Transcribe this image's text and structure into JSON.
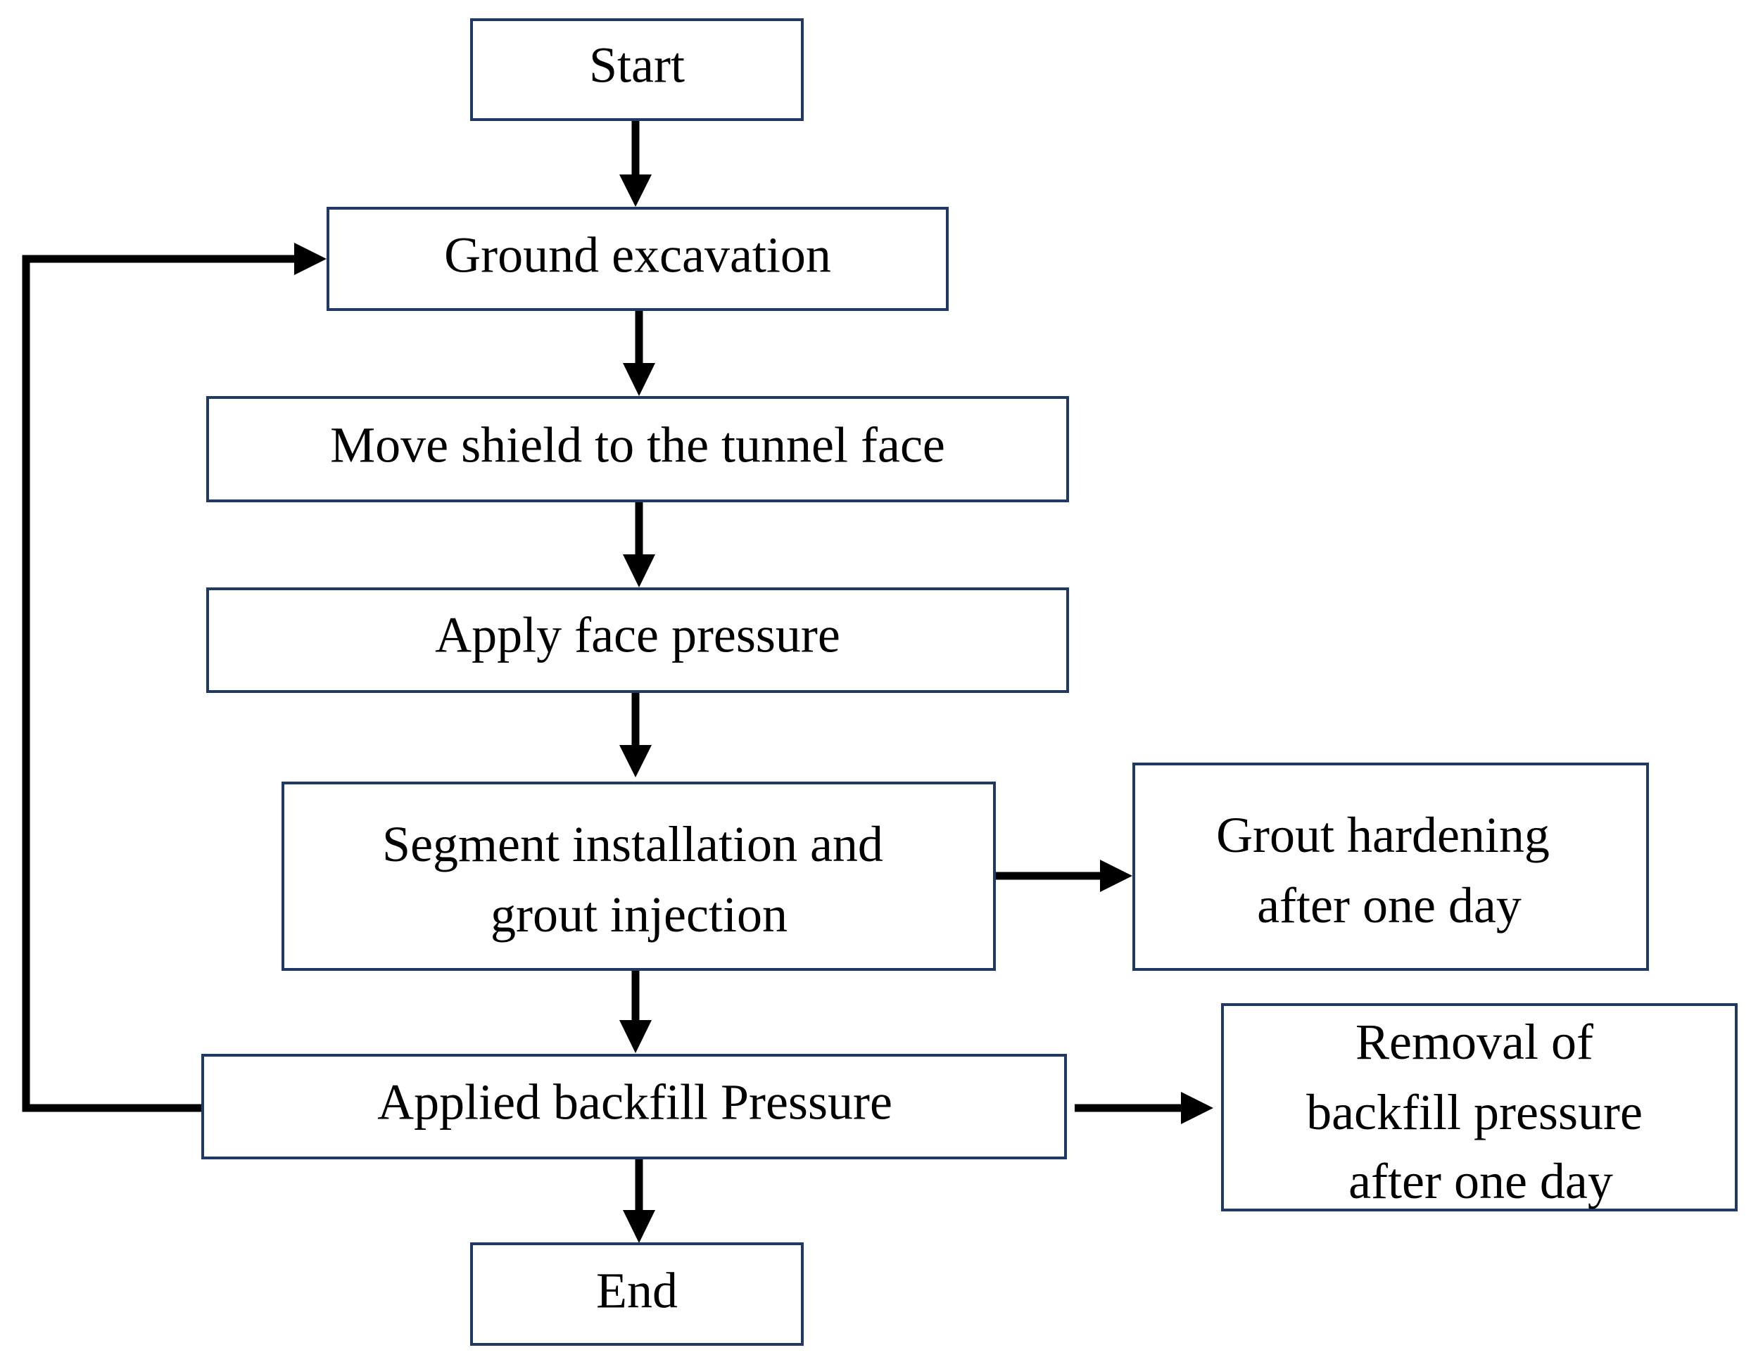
{
  "diagram": {
    "type": "flowchart",
    "colors": {
      "box_border": "#1f3864",
      "arrow": "#000000",
      "text": "#000000"
    },
    "nodes": {
      "start": "Start",
      "ground_excavation": "Ground excavation",
      "move_shield": "Move shield to the tunnel face",
      "apply_face_pressure": "Apply face pressure",
      "segment_installation": [
        "Segment installation and",
        "grout injection"
      ],
      "grout_hardening": [
        "Grout hardening",
        "after one day"
      ],
      "applied_backfill": "Applied backfill Pressure",
      "removal_backfill": [
        "Removal of",
        "backfill pressure",
        "after one day"
      ],
      "end": "End"
    },
    "edges": [
      {
        "from": "Start",
        "to": "Ground excavation"
      },
      {
        "from": "Ground excavation",
        "to": "Move shield to the tunnel face"
      },
      {
        "from": "Move shield to the tunnel face",
        "to": "Apply face pressure"
      },
      {
        "from": "Apply face pressure",
        "to": "Segment installation and grout injection"
      },
      {
        "from": "Segment installation and grout injection",
        "to": "Grout hardening after one day"
      },
      {
        "from": "Segment installation and grout injection",
        "to": "Applied backfill Pressure"
      },
      {
        "from": "Applied backfill Pressure",
        "to": "Removal of backfill pressure after one day"
      },
      {
        "from": "Applied backfill Pressure",
        "to": "Ground excavation"
      },
      {
        "from": "Applied backfill Pressure",
        "to": "End"
      }
    ]
  }
}
